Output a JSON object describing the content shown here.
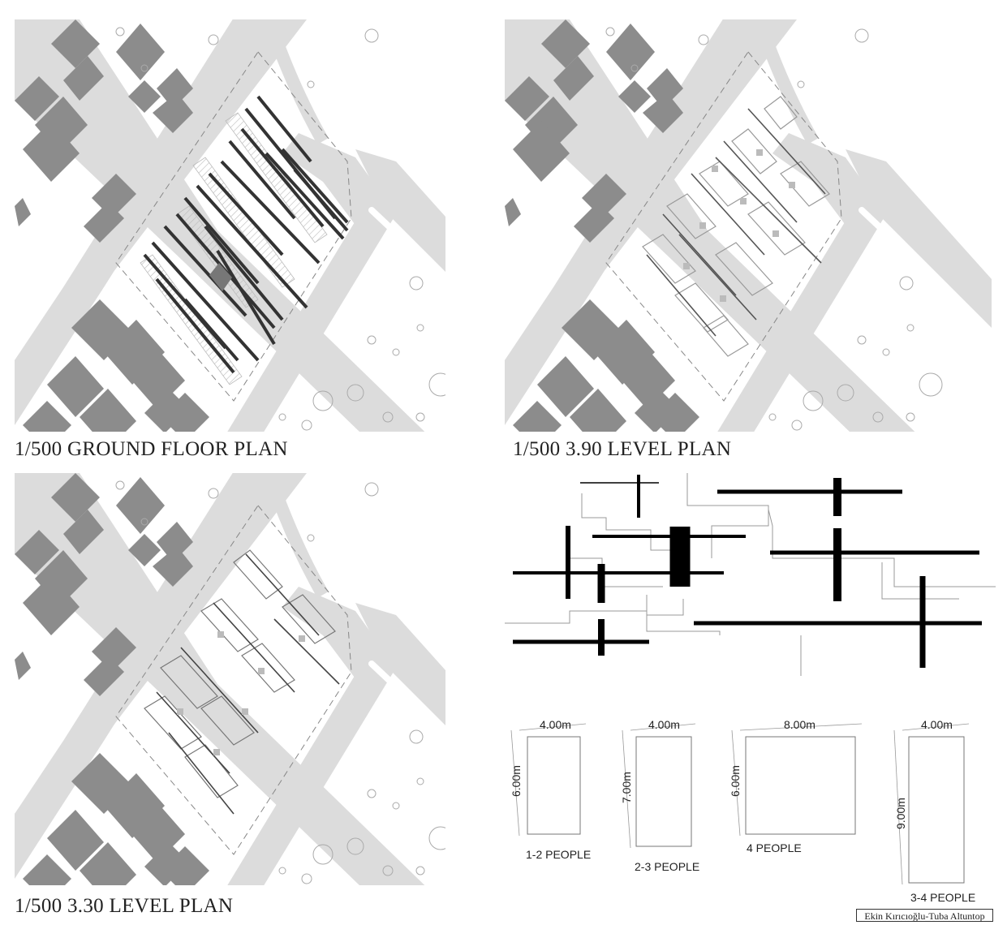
{
  "captions": {
    "ground": "1/500 GROUND FLOOR PLAN",
    "level390": "1/500 3.90 LEVEL PLAN",
    "level330": "1/500 3.30 LEVEL PLAN"
  },
  "units": [
    {
      "width": "4.00m",
      "depth": "6.00m",
      "occupancy": "1-2 PEOPLE"
    },
    {
      "width": "4.00m",
      "depth": "7.00m",
      "occupancy": "2-3 PEOPLE"
    },
    {
      "width": "8.00m",
      "depth": "6.00m",
      "occupancy": "4 PEOPLE"
    },
    {
      "width": "4.00m",
      "depth": "9.00m",
      "occupancy": "3-4 PEOPLE"
    }
  ],
  "credit": "Ekin Kırıcıoğlu-Tuba Altuntop",
  "colors": {
    "road": "#dcdcdc",
    "building": "#8c8c8c",
    "bar": "#333333",
    "grid_bar": "#000000"
  }
}
